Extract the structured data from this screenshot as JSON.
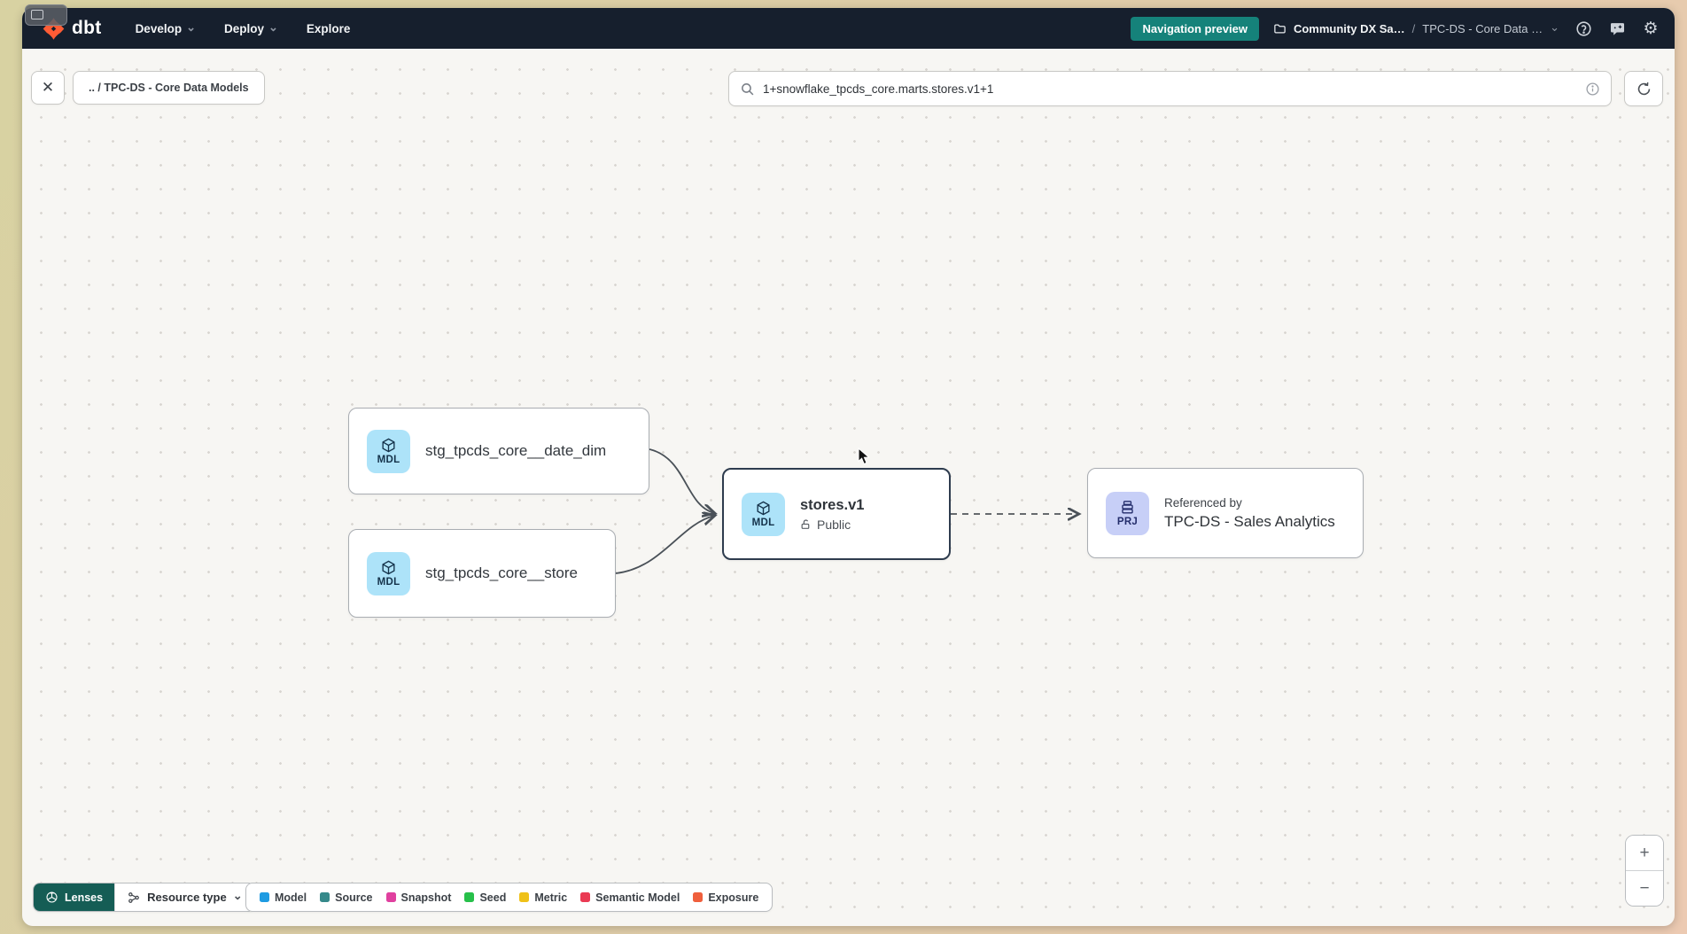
{
  "navbar": {
    "logo_text": "dbt",
    "nav_items": [
      {
        "label": "Develop"
      },
      {
        "label": "Deploy"
      },
      {
        "label": "Explore"
      }
    ],
    "preview_badge": "Navigation preview",
    "breadcrumb": {
      "project": "Community DX Sa…",
      "separator": "/",
      "section": "TPC-DS - Core Data …"
    }
  },
  "toolbar": {
    "breadcrumb_chip": ".. / TPC-DS - Core Data Models",
    "search_value": "1+snowflake_tpcds_core.marts.stores.v1+1"
  },
  "graph": {
    "node_date_dim": {
      "badge": "MDL",
      "label": "stg_tpcds_core__date_dim"
    },
    "node_store": {
      "badge": "MDL",
      "label": "stg_tpcds_core__store"
    },
    "node_stores_v1": {
      "badge": "MDL",
      "label": "stores.v1",
      "access": "Public"
    },
    "node_project": {
      "badge": "PRJ",
      "title": "Referenced by",
      "label": "TPC-DS - Sales Analytics"
    }
  },
  "footer": {
    "lenses_label": "Lenses",
    "resource_type_label": "Resource type",
    "legend": [
      {
        "label": "Model",
        "color": "#1e9be2"
      },
      {
        "label": "Source",
        "color": "#35898a"
      },
      {
        "label": "Snapshot",
        "color": "#e0409f"
      },
      {
        "label": "Seed",
        "color": "#27c04a"
      },
      {
        "label": "Metric",
        "color": "#efc118"
      },
      {
        "label": "Semantic Model",
        "color": "#ea3a53"
      },
      {
        "label": "Exposure",
        "color": "#ef5f3c"
      }
    ]
  },
  "zoom_controls": {
    "zoom_in": "+",
    "zoom_out": "−"
  },
  "icons": {
    "close": "✕",
    "gear": "⚙",
    "chevron_down": "⌄"
  },
  "colors": {
    "navbar_bg": "#161f2d",
    "accent_teal": "#15827a",
    "lenses_teal": "#155d55",
    "model_badge_bg": "#ade3f9",
    "project_badge_bg": "#c7cff7",
    "selected_node_border": "#2e3c4e"
  }
}
